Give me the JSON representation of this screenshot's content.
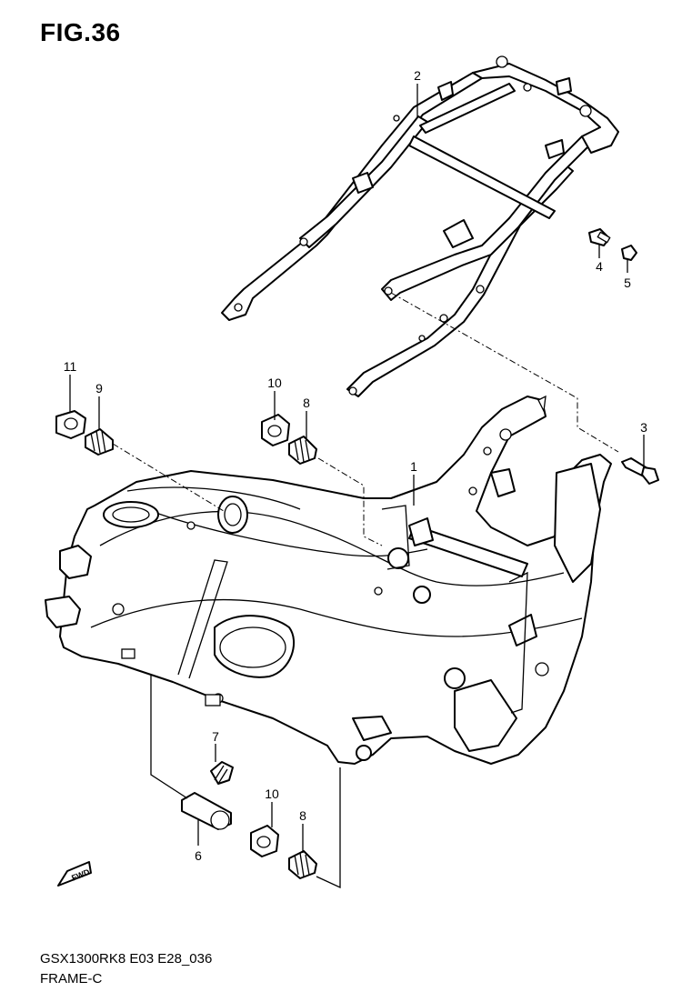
{
  "figure": {
    "title": "FIG.36",
    "model_code": "GSX1300RK8  E03  E28_036",
    "section_name": "FRAME-C",
    "fwd_label": "FWD"
  },
  "callouts": [
    {
      "label": "1",
      "part": "main-frame"
    },
    {
      "label": "2",
      "part": "seat-rail"
    },
    {
      "label": "3",
      "part": "bolt"
    },
    {
      "label": "4",
      "part": "bolt"
    },
    {
      "label": "5",
      "part": "nut"
    },
    {
      "label": "6",
      "part": "collar"
    },
    {
      "label": "7",
      "part": "bolt"
    },
    {
      "label": "8",
      "part": "adjuster"
    },
    {
      "label": "8",
      "part": "adjuster"
    },
    {
      "label": "9",
      "part": "adjuster"
    },
    {
      "label": "10",
      "part": "lock-nut"
    },
    {
      "label": "10",
      "part": "lock-nut"
    },
    {
      "label": "11",
      "part": "lock-nut"
    }
  ]
}
